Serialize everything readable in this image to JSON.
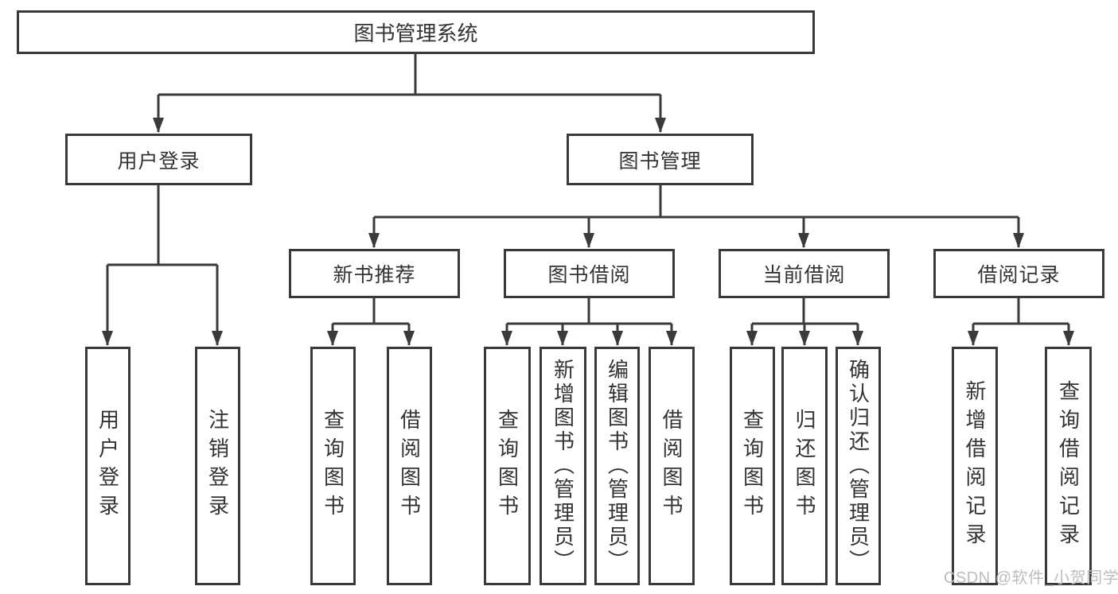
{
  "diagram": {
    "title": "图书管理系统",
    "branches": [
      {
        "label": "用户登录",
        "leaves": [
          "用户登录",
          "注销登录"
        ]
      },
      {
        "label": "图书管理",
        "groups": [
          {
            "label": "新书推荐",
            "leaves": [
              "查询图书",
              "借阅图书"
            ]
          },
          {
            "label": "图书借阅",
            "leaves": [
              "查询图书",
              "新增图书（管理员）",
              "编辑图书（管理员）",
              "借阅图书"
            ]
          },
          {
            "label": "当前借阅",
            "leaves": [
              "查询图书",
              "归还图书",
              "确认归还（管理员）"
            ]
          },
          {
            "label": "借阅记录",
            "leaves": [
              "新增借阅记录",
              "查询借阅记录"
            ]
          }
        ]
      }
    ]
  },
  "watermark": {
    "text": "CSDN @软件_小贺同学"
  },
  "colors": {
    "line": "#3a3a3a",
    "text": "#333333",
    "watermark": "#bdbdbd",
    "background": "#ffffff"
  }
}
